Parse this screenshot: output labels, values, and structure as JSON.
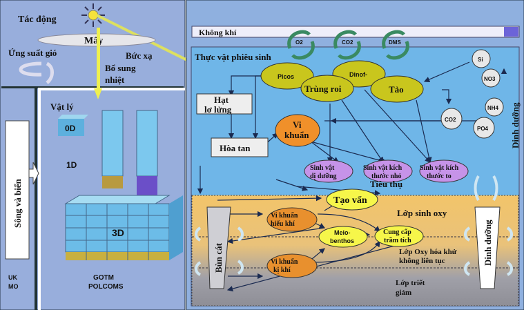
{
  "left": {
    "impact": "Tác động",
    "cloud": "Mây",
    "wind": "Ứng suất gió",
    "radiation": "Bức xạ",
    "heat1": "Bổ sung",
    "heat2": "nhiệt",
    "physics": "Vật lý",
    "d0": "0D",
    "d1": "1D",
    "d3": "3D",
    "river": "Sông và biển",
    "ukmo1": "UK",
    "ukmo2": "MO",
    "gotm": "GOTM",
    "polcoms": "POLCOMS"
  },
  "right": {
    "air": "Không khí",
    "gases": [
      "O2",
      "CO2",
      "DMS"
    ],
    "phyto": "Thực vật phiêu sinh",
    "picos": "Picos",
    "dinof": "Dinof-",
    "flag": "Trùng roi",
    "algae": "Tảo",
    "si": "Si",
    "no3": "NO3",
    "nh4": "NH4",
    "po4": "PO4",
    "co2": "CO2",
    "nutrients": "Dinh dưỡng",
    "particle1": "Hạt",
    "particle2": "lơ lửng",
    "dissolved": "Hòa tan",
    "bact1": "Vi",
    "bact2": "khuẩn",
    "het1": "Sinh vật",
    "het2": "dị dưỡng",
    "small1": "Sinh vật kích",
    "small2": "thước nhỏ",
    "large1": "Sinh vật kích",
    "large2": "thước to",
    "consume": "Tiêu thụ",
    "floc": "Tạo vẩn",
    "oxic": "Lớp sinh oxy",
    "aer1": "Vi khuẩn",
    "aer2": "hiếu khí",
    "meio1": "Meio-",
    "meio2": "benthos",
    "supply1": "Cung cấp",
    "supply2": "trầm tích",
    "redox1": "Lớp Oxy hóa khử",
    "redox2": "không liên tục",
    "anaer1": "Vi khuẩn",
    "anaer2": "kị khí",
    "mud": "Bùn cát",
    "nutr2": "Dinh dưỡng",
    "reduced1": "Lớp triết",
    "reduced2": "giảm"
  }
}
